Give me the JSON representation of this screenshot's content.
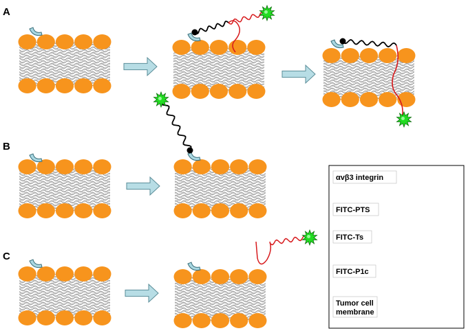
{
  "panels": {
    "a": "A",
    "b": "B",
    "c": "C"
  },
  "legend": {
    "integrin": "αvβ3 integrin",
    "pts": "FITC-PTS",
    "ts": "FITC-Ts",
    "p1c": "FITC-P1c",
    "membrane_line1": "Tumor cell",
    "membrane_line2": "membrane"
  },
  "colors": {
    "lipid_head": "#F7941D",
    "lipid_tail": "#8C8C8C",
    "integrin": "#A9D7E2",
    "arrow_fill": "#B7DDE5",
    "fitc_green": "#22DD22",
    "peptide_red": "#D7191C",
    "peptide_black": "#000000"
  },
  "icons": {
    "integrin": "integrin-receptor-icon",
    "fluorophore": "fitc-star-icon",
    "anchor": "black-dot-icon"
  }
}
